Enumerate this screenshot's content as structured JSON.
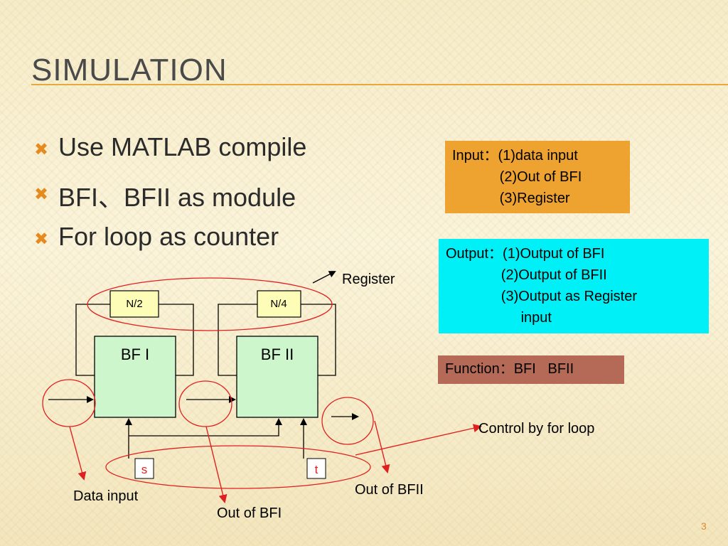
{
  "title": "SIMULATION",
  "bullets": [
    {
      "icon": "x-bullet-icon",
      "text": "Use MATLAB compile"
    },
    {
      "icon": "x-bullet-icon",
      "text": "BFI、BFII as module"
    },
    {
      "icon": "x-bullet-icon",
      "text": "For loop as counter"
    }
  ],
  "input_box": {
    "text": "Input：(1)data input\n            (2)Out of BFI\n            (3)Register"
  },
  "output_box": {
    "text": "Output：(1)Output of BFI\n              (2)Output of BFII\n              (3)Output as Register\n                   input"
  },
  "function_box": {
    "text": "Function：BFI   BFII"
  },
  "diagram": {
    "bf1_label": "BF I",
    "bf2_label": "BF II",
    "reg1_label": "N/2",
    "reg2_label": "N/4",
    "s_label": "s",
    "t_label": "t",
    "register_callout": "Register",
    "control_callout": "Control by for loop",
    "data_input_callout": "Data input",
    "out_bfi_callout": "Out of BFI",
    "out_bfii_callout": "Out of BFII"
  },
  "colors": {
    "accent": "#e9a83c",
    "bf_fill": "#cdf6cd",
    "reg_fill": "#fdfdb8",
    "annotation_red": "#e02020",
    "input_box": "#eea331",
    "output_box": "#00f0f8",
    "function_box": "#b46a56"
  },
  "slide_number": "3"
}
